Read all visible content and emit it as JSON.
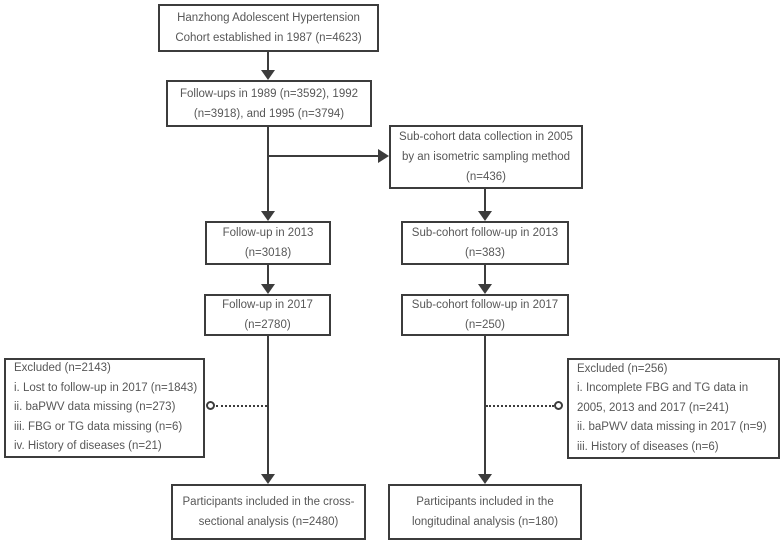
{
  "figure": {
    "type": "flowchart",
    "subject": "study-cohort-flow-diagram",
    "colors": {
      "border": "#3c3c3c",
      "line": "#3c3c3c",
      "text": "#575757",
      "background": "#ffffff"
    },
    "boxes": {
      "cohort": {
        "lines": [
          "Hanzhong Adolescent Hypertension",
          "Cohort established in 1987 (n=4623)"
        ]
      },
      "followups_early": {
        "lines": [
          "Follow-ups in 1989 (n=3592), 1992",
          "(n=3918), and 1995 (n=3794)"
        ]
      },
      "subcohort_2005": {
        "lines": [
          "Sub-cohort data collection in 2005",
          "by an isometric sampling method",
          "(n=436)"
        ]
      },
      "followup_2013": {
        "lines": [
          "Follow-up in 2013",
          "(n=3018)"
        ]
      },
      "subcohort_2013": {
        "lines": [
          "Sub-cohort follow-up in 2013",
          "(n=383)"
        ]
      },
      "followup_2017": {
        "lines": [
          "Follow-up in 2017",
          "(n=2780)"
        ]
      },
      "subcohort_2017": {
        "lines": [
          "Sub-cohort follow-up in 2017",
          "(n=250)"
        ]
      },
      "excluded_left": {
        "lines": [
          "Excluded (n=2143)",
          "i. Lost to follow-up in 2017 (n=1843)",
          "ii. baPWV data missing (n=273)",
          "iii. FBG or TG data missing (n=6)",
          "iv. History of diseases (n=21)"
        ]
      },
      "excluded_right": {
        "lines": [
          "Excluded (n=256)",
          "i. Incomplete FBG and TG data in",
          "2005, 2013 and 2017 (n=241)",
          "ii. baPWV data missing in 2017 (n=9)",
          "iii. History of diseases (n=6)"
        ]
      },
      "cross_sectional": {
        "lines": [
          "Participants included in the cross-",
          "sectional analysis (n=2480)"
        ]
      },
      "longitudinal": {
        "lines": [
          "Participants included in the",
          "longitudinal analysis (n=180)"
        ]
      }
    }
  }
}
